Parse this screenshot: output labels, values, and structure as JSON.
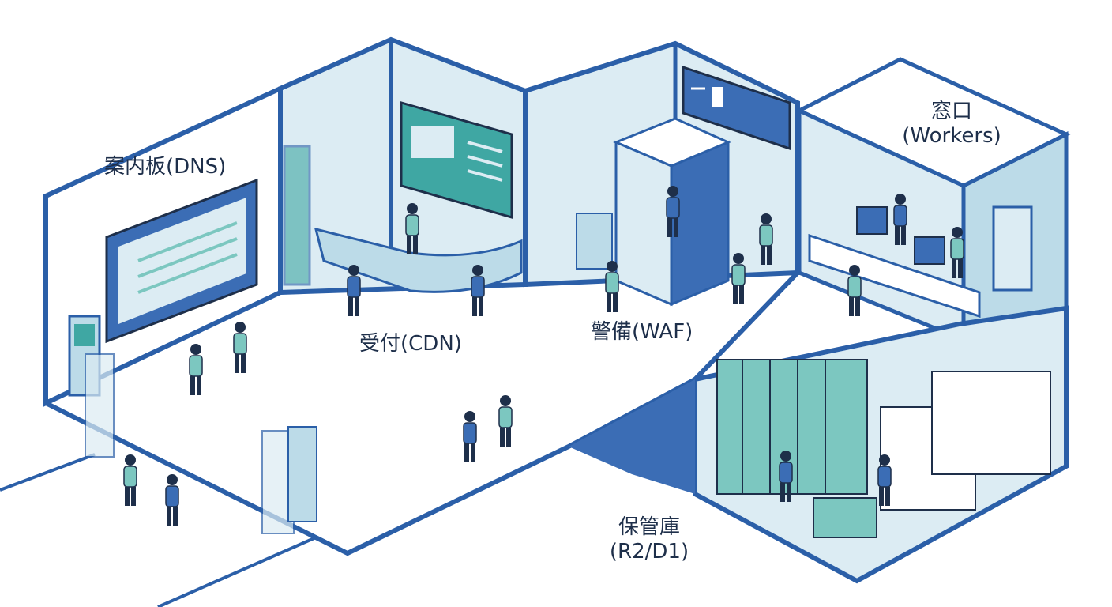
{
  "zones": {
    "dns": {
      "label": "案内板(DNS)"
    },
    "cdn": {
      "label": "受付(CDN)"
    },
    "waf": {
      "label": "警備(WAF)"
    },
    "workers": {
      "title": "窓口",
      "sub": "(Workers)"
    },
    "storage": {
      "title": "保管庫",
      "sub": "(R2/D1)"
    }
  },
  "colors": {
    "outline": "#2b5fa8",
    "dark_navy": "#1e2f4a",
    "light_wall": "#dcecf3",
    "mid_wall": "#bcdbe8",
    "teal": "#3fa7a3",
    "teal_light": "#7cc7c0",
    "blue_fill": "#3b6db5",
    "floor": "#ffffff"
  }
}
